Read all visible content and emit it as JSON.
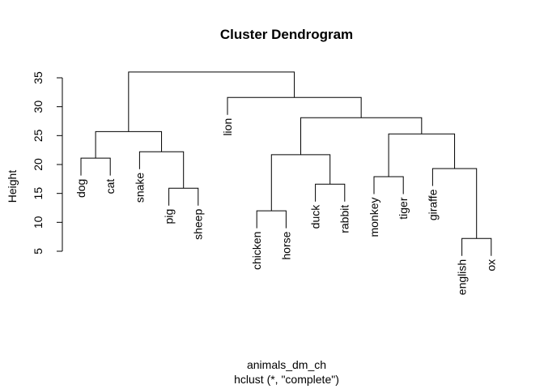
{
  "chart_data": {
    "type": "dendrogram",
    "title": "Cluster Dendrogram",
    "xlabel": "animals_dm_ch",
    "subtitle": "hclust (*, \"complete\")",
    "ylabel": "Height",
    "yticks": [
      5,
      10,
      15,
      20,
      25,
      30,
      35
    ],
    "ylim": [
      5,
      36
    ],
    "leaves": [
      "dog",
      "cat",
      "snake",
      "pig",
      "sheep",
      "lion",
      "chicken",
      "horse",
      "duck",
      "rabbit",
      "monkey",
      "tiger",
      "giraffe",
      "english",
      "ox"
    ],
    "merges": [
      {
        "a": "dog",
        "b": "cat",
        "height": 21.1
      },
      {
        "a": "pig",
        "b": "sheep",
        "height": 15.9
      },
      {
        "a": "snake",
        "b": "pig+sheep",
        "height": 22.2
      },
      {
        "a": "dog+cat",
        "b": "snake+pig+sheep",
        "height": 25.7
      },
      {
        "a": "chicken",
        "b": "horse",
        "height": 12.0
      },
      {
        "a": "duck",
        "b": "rabbit",
        "height": 16.6
      },
      {
        "a": "chicken+horse",
        "b": "duck+rabbit",
        "height": 21.7
      },
      {
        "a": "monkey",
        "b": "tiger",
        "height": 17.9
      },
      {
        "a": "english",
        "b": "ox",
        "height": 7.2
      },
      {
        "a": "giraffe",
        "b": "english+ox",
        "height": 19.3
      },
      {
        "a": "monkey+tiger",
        "b": "giraffe+english+ox",
        "height": 25.3
      },
      {
        "a": "chicken+horse+duck+rabbit",
        "b": "monkey+tiger+giraffe+english+ox",
        "height": 28.1
      },
      {
        "a": "lion",
        "b": "chicken+horse+duck+rabbit+monkey+tiger+giraffe+english+ox",
        "height": 31.6
      },
      {
        "a": "dog+cat+snake+pig+sheep",
        "b": "lion+chicken+horse+duck+rabbit+monkey+tiger+giraffe+english+ox",
        "height": 36.0
      }
    ]
  }
}
